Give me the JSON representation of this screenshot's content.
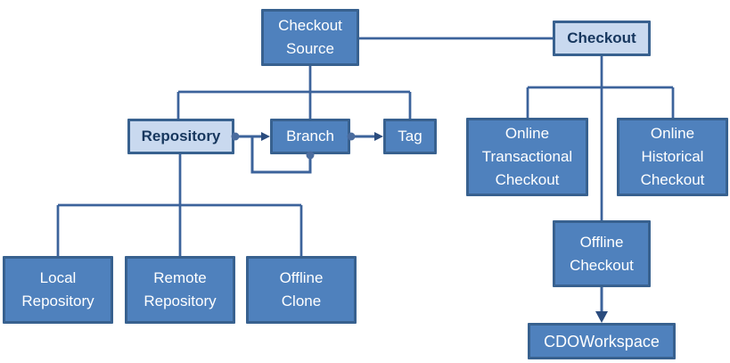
{
  "nodes": {
    "checkout_source": {
      "label": "Checkout\nSource",
      "style": "primary"
    },
    "checkout": {
      "label": "Checkout",
      "style": "light"
    },
    "repository": {
      "label": "Repository",
      "style": "light"
    },
    "branch": {
      "label": "Branch",
      "style": "primary"
    },
    "tag": {
      "label": "Tag",
      "style": "primary"
    },
    "online_transactional_checkout": {
      "label": "Online\nTransactional\nCheckout",
      "style": "primary"
    },
    "online_historical_checkout": {
      "label": "Online\nHistorical\nCheckout",
      "style": "primary"
    },
    "offline_checkout": {
      "label": "Offline\nCheckout",
      "style": "primary"
    },
    "cdo_workspace": {
      "label": "CDOWorkspace",
      "style": "primary"
    },
    "local_repository": {
      "label": "Local\nRepository",
      "style": "primary"
    },
    "remote_repository": {
      "label": "Remote\nRepository",
      "style": "primary"
    },
    "offline_clone": {
      "label": "Offline\nClone",
      "style": "primary"
    }
  },
  "edges": [
    {
      "from": "checkout_source",
      "to": "checkout",
      "type": "line"
    },
    {
      "from": "checkout_source",
      "to": "repository",
      "type": "tree"
    },
    {
      "from": "checkout_source",
      "to": "branch",
      "type": "tree"
    },
    {
      "from": "checkout_source",
      "to": "tag",
      "type": "tree"
    },
    {
      "from": "checkout",
      "to": "online_transactional_checkout",
      "type": "tree"
    },
    {
      "from": "checkout",
      "to": "online_historical_checkout",
      "type": "tree"
    },
    {
      "from": "checkout",
      "to": "offline_checkout",
      "type": "tree"
    },
    {
      "from": "repository",
      "to": "branch",
      "type": "dot-arrow"
    },
    {
      "from": "branch",
      "to": "branch",
      "type": "dot-arrow-selfloop"
    },
    {
      "from": "branch",
      "to": "tag",
      "type": "dot-arrow"
    },
    {
      "from": "offline_checkout",
      "to": "cdo_workspace",
      "type": "solid-arrow"
    },
    {
      "from": "repository",
      "to": "local_repository",
      "type": "tree"
    },
    {
      "from": "repository",
      "to": "remote_repository",
      "type": "tree"
    },
    {
      "from": "repository",
      "to": "offline_clone",
      "type": "tree"
    }
  ],
  "colors": {
    "node_fill": "#4F81BD",
    "node_border": "#38618F",
    "node_text": "#FFFFFF",
    "light_fill": "#C9D9EF",
    "light_text": "#17375E",
    "connector": "#3C639B",
    "dot": "#4A6C9E",
    "arrow": "#2B4C7E"
  }
}
